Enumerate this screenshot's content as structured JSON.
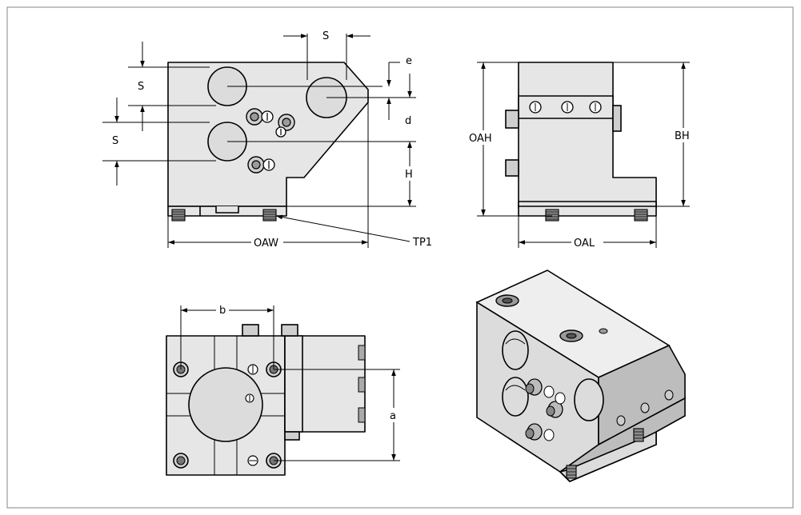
{
  "labels": {
    "s_top": "S",
    "s_upper_left": "S",
    "s_lower_left": "S",
    "e": "e",
    "d": "d",
    "h": "H",
    "oaw": "OAW",
    "tp1": "TP1",
    "oah": "OAH",
    "bh": "BH",
    "oal": "OAL",
    "b": "b",
    "a": "a"
  },
  "colors": {
    "frame": "#9a9a9a",
    "part_fill": "#e6e6e6",
    "line": "#000000"
  }
}
